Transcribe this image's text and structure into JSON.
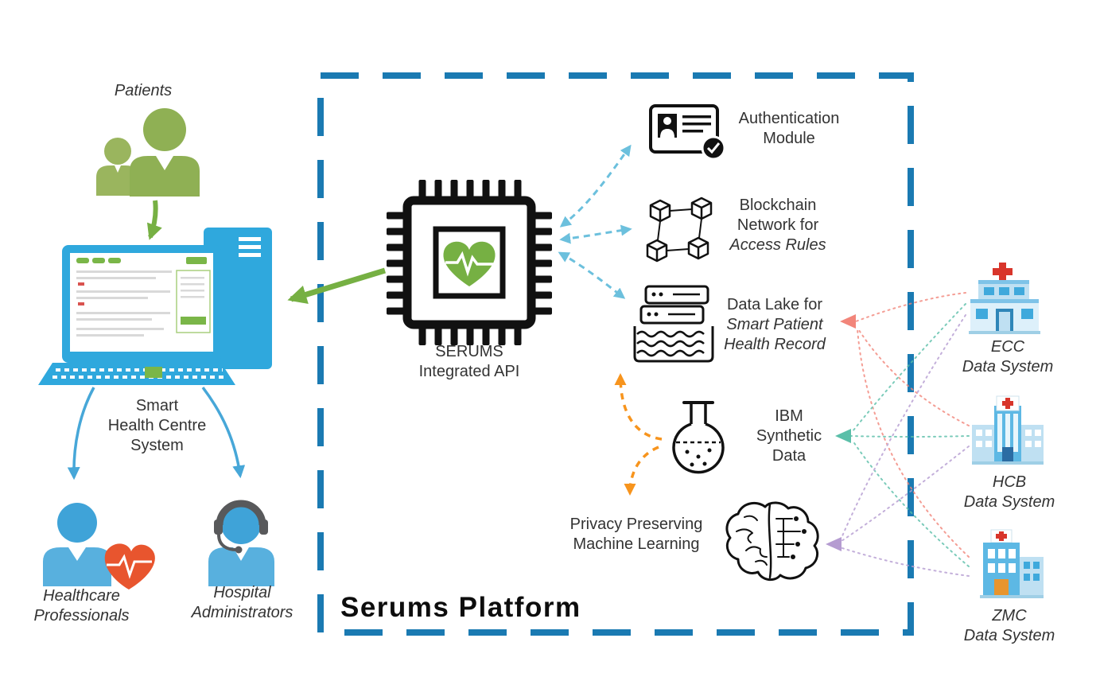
{
  "diagram_title": "Serums Platform",
  "colors": {
    "platform_border_blue": "#1a7ab2",
    "green": "#76b043",
    "olive_green": "#93b05b",
    "device_blue": "#2fa8dd",
    "arrow_light_blue": "#6cc0dd",
    "orange": "#f7941d",
    "salmon": "#f2857a",
    "teal": "#5bbfa9",
    "purple": "#b59cd1",
    "icon_black": "#111111",
    "heart_red": "#e8552e"
  },
  "actors": {
    "patients": {
      "label": "Patients"
    },
    "smart_health_centre": {
      "line1": "Smart",
      "line2": "Health Centre",
      "line3": "System"
    },
    "healthcare_professionals": {
      "line1": "Healthcare",
      "line2": "Professionals"
    },
    "hospital_administrators": {
      "line1": "Hospital",
      "line2": "Administrators"
    }
  },
  "platform": {
    "api_label": {
      "line1": "SERUMS",
      "line2": "Integrated API"
    },
    "authentication": {
      "line1": "Authentication",
      "line2": "Module"
    },
    "blockchain": {
      "line1": "Blockchain",
      "line2": "Network for",
      "line3": "Access Rules"
    },
    "data_lake": {
      "line1": "Data Lake for",
      "line2": "Smart Patient",
      "line3": "Health Record"
    },
    "ibm_synthetic": {
      "line1": "IBM",
      "line2": "Synthetic",
      "line3": "Data"
    },
    "ppml": {
      "line1": "Privacy Preserving",
      "line2": "Machine Learning"
    }
  },
  "data_systems": {
    "ecc": {
      "line1": "ECC",
      "line2": "Data System"
    },
    "hcb": {
      "line1": "HCB",
      "line2": "Data System"
    },
    "zmc": {
      "line1": "ZMC",
      "line2": "Data System"
    }
  }
}
